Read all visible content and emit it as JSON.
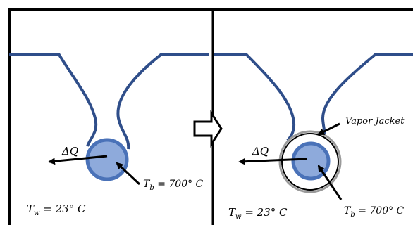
{
  "colors": {
    "water_line": "#2f4e8a",
    "bubble_fill": "#8eaadb",
    "bubble_stroke": "#4a72b8",
    "vapor_ring": "#9a9a9a",
    "frame": "#000000",
    "arrow": "#000000"
  },
  "icons": {
    "transition": "hollow-right-arrow-icon"
  },
  "left_panel": {
    "heat_label": "ΔQ",
    "bubble_temp": {
      "symbol": "T",
      "sub": "b",
      "text": " = 700° C"
    },
    "water_temp": {
      "symbol": "T",
      "sub": "w",
      "text": " = 23° C"
    }
  },
  "right_panel": {
    "vapor_label": "Vapor Jacket",
    "heat_label": "ΔQ",
    "bubble_temp": {
      "symbol": "T",
      "sub": "b",
      "text": " = 700° C"
    },
    "water_temp": {
      "symbol": "T",
      "sub": "w",
      "text": " = 23° C"
    }
  }
}
